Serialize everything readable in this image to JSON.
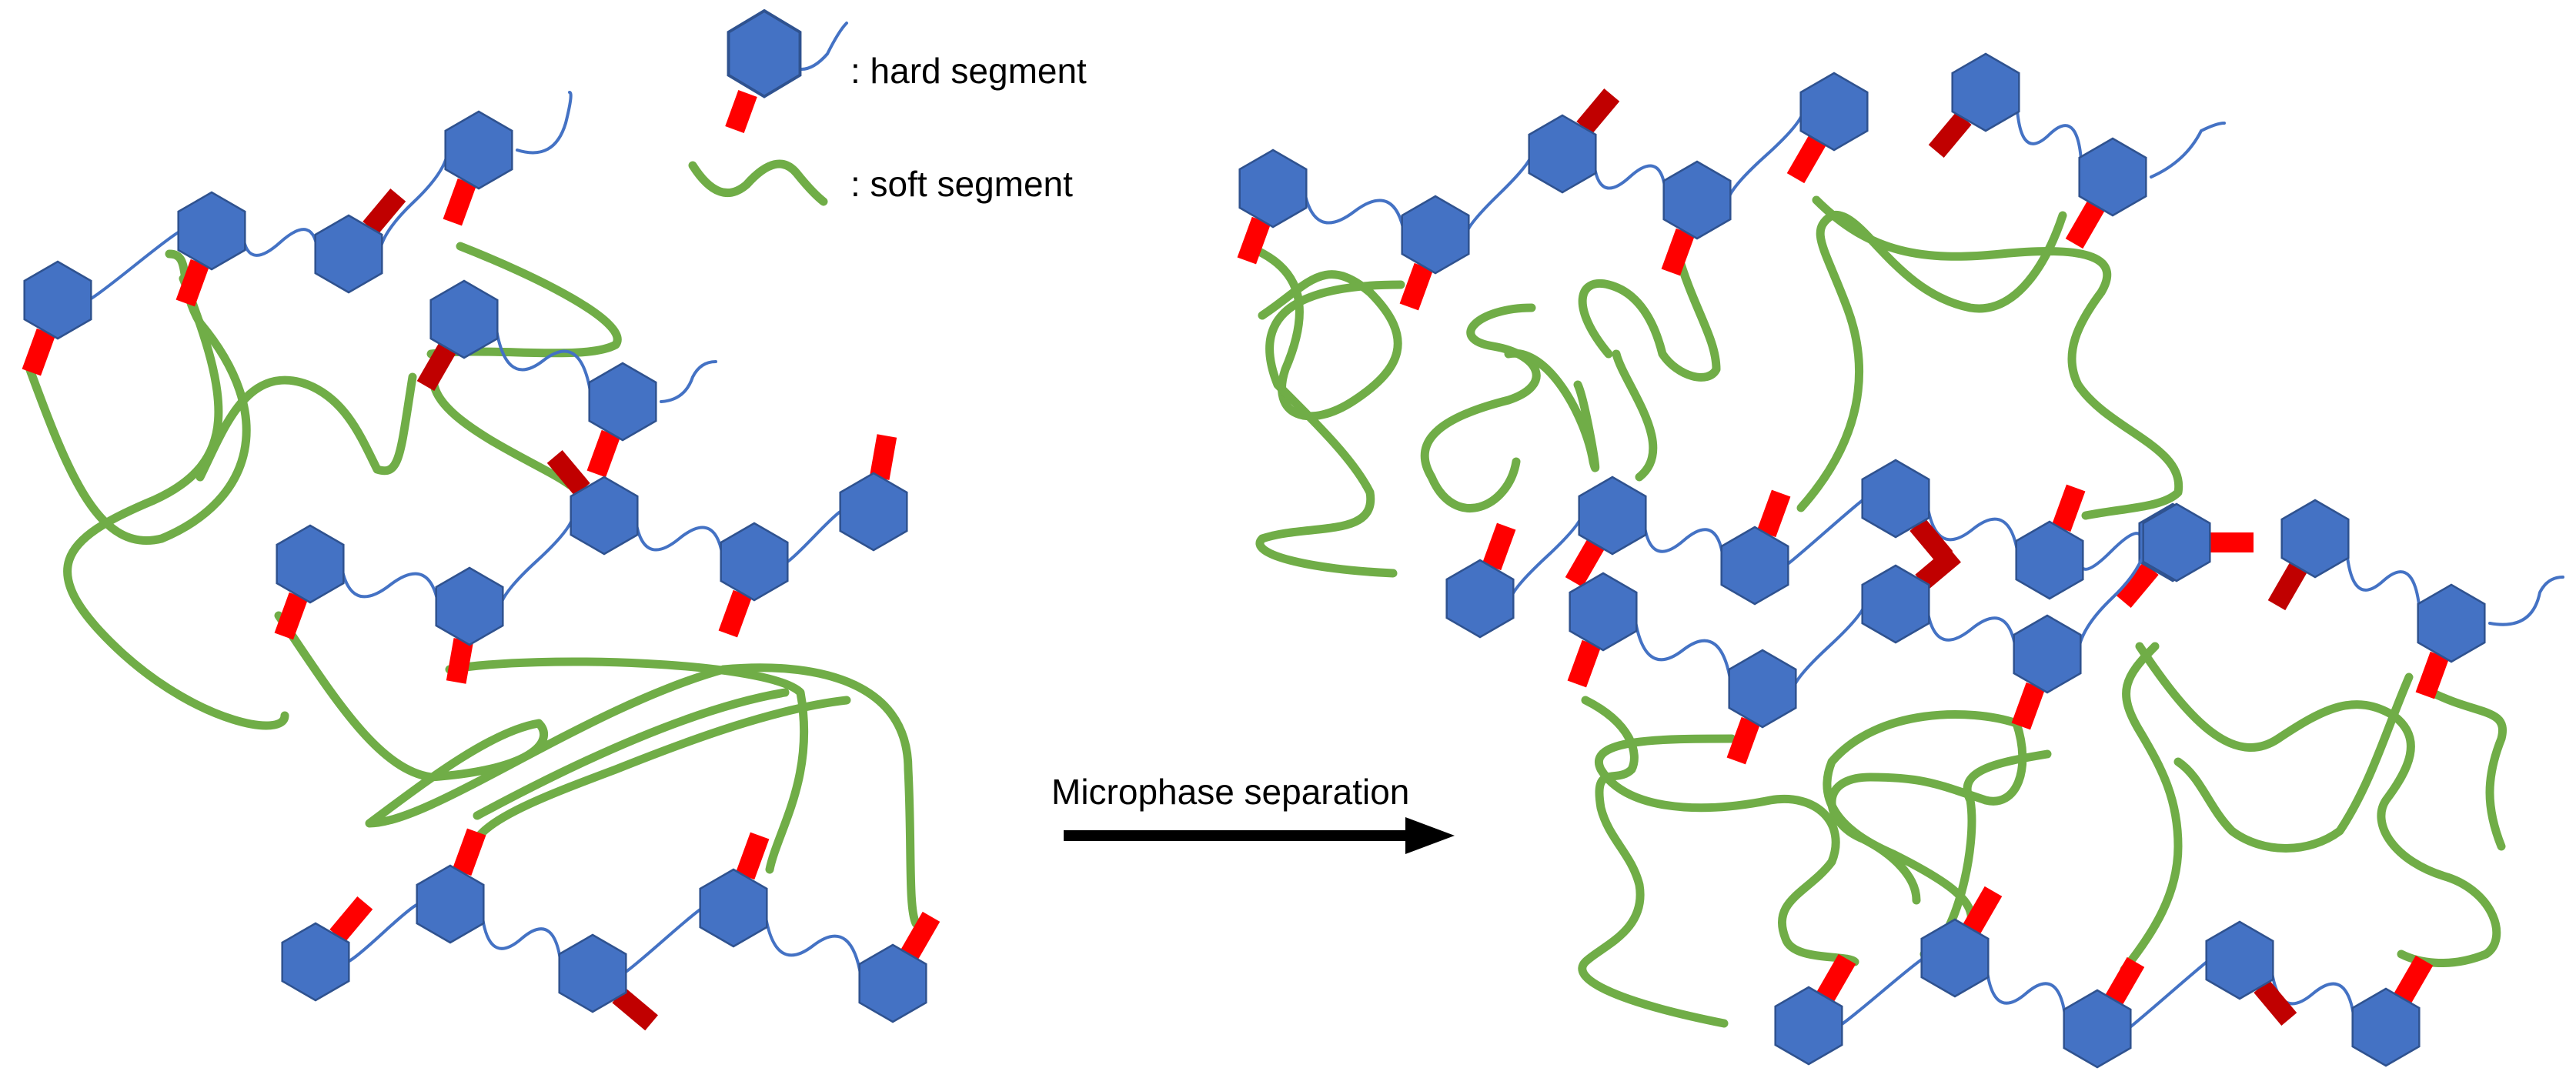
{
  "legend": {
    "hard_label": ": hard segment",
    "soft_label": ": soft segment"
  },
  "arrow_label": "Microphase separation",
  "colors": {
    "hard_segment": "#4472C4",
    "hard_segment_border": "#2F528F",
    "soft_segment": "#70AD47",
    "end_group_bright": "#FF0000",
    "end_group_dark": "#C00000",
    "arrow": "#000000"
  },
  "panels": [
    {
      "name": "before-separation"
    },
    {
      "name": "after-separation"
    }
  ]
}
